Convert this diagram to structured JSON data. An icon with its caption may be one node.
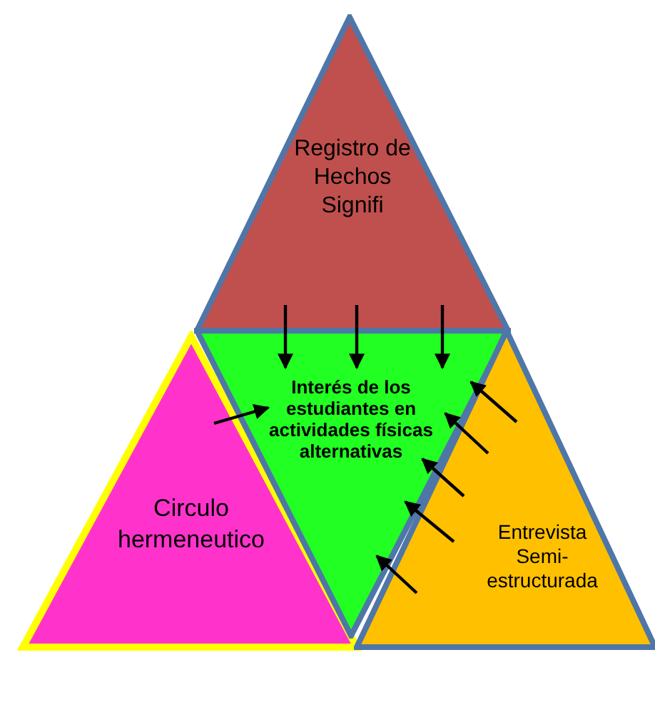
{
  "diagram": {
    "nodes": [
      {
        "text": [
          "Registro de Hechos Signifi"
        ]
      },
      {
        "text": [
          "Interés de los estudiantes en actividades físicas alternativas"
        ]
      },
      {
        "text": [
          "Circulo hermeneutico"
        ]
      },
      {
        "text": [
          "Entrevista Semi-estructurada"
        ]
      }
    ],
    "edges": [
      {
        "from": 0,
        "to": 1,
        "arrow": "to"
      },
      {
        "from": 0,
        "to": 1,
        "arrow": "to"
      },
      {
        "from": 0,
        "to": 1,
        "arrow": "to"
      },
      {
        "from": 2,
        "to": 1,
        "arrow": "to"
      },
      {
        "from": 3,
        "to": 1,
        "arrow": "to"
      },
      {
        "from": 3,
        "to": 1,
        "arrow": "to"
      },
      {
        "from": 3,
        "to": 1,
        "arrow": "to"
      },
      {
        "from": 3,
        "to": 1,
        "arrow": "to"
      },
      {
        "from": 3,
        "to": 1,
        "arrow": "to"
      }
    ]
  }
}
